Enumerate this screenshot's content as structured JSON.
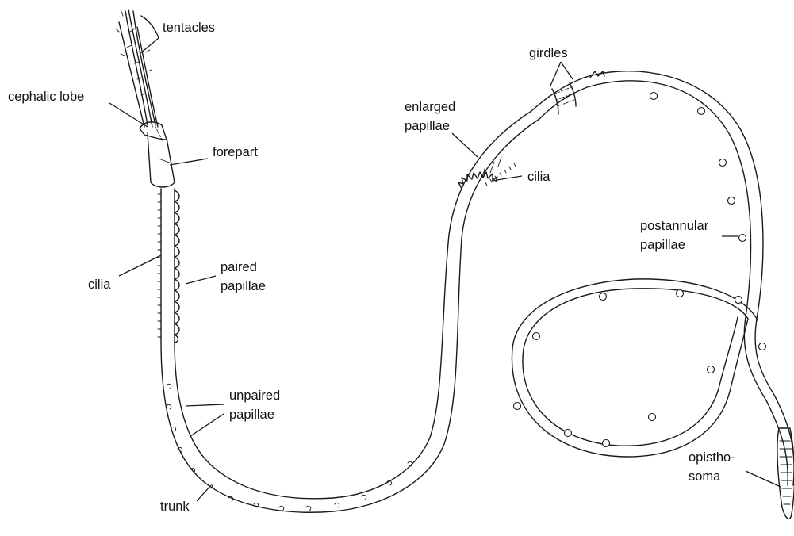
{
  "diagram": {
    "labels": {
      "tentacles": "tentacles",
      "cephalic_lobe": "cephalic lobe",
      "forepart": "forepart",
      "cilia_left": "cilia",
      "paired_papillae_1": "paired",
      "paired_papillae_2": "papillae",
      "unpaired_papillae_1": "unpaired",
      "unpaired_papillae_2": "papillae",
      "trunk": "trunk",
      "enlarged_papillae_1": "enlarged",
      "enlarged_papillae_2": "papillae",
      "cilia_right": "cilia",
      "girdles": "girdles",
      "postannular_papillae_1": "postannular",
      "postannular_papillae_2": "papillae",
      "opisthosoma_1": "opistho-",
      "opisthosoma_2": "soma"
    },
    "colors": {
      "ink": "#1a1a1a",
      "background": "#ffffff"
    }
  }
}
